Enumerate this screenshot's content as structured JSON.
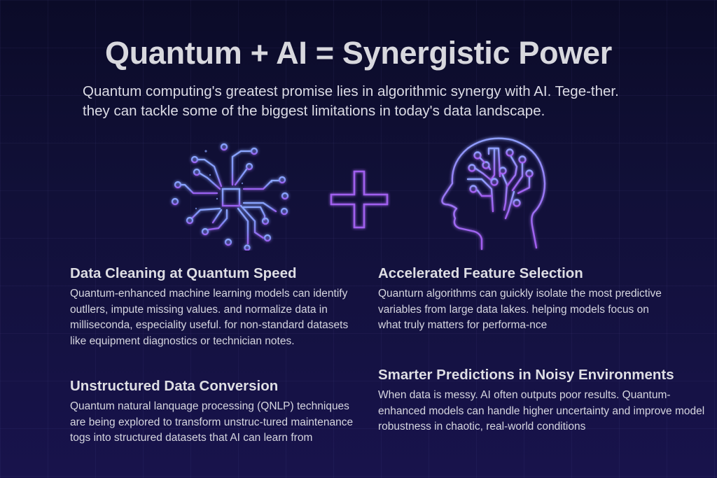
{
  "header": {
    "title": "Quantum + AI = Synergistic Power",
    "subtitle": "Quantum computing's greatest promise lies in algorithmic synergy with AI. Tege-ther. they can tackle some of the biggest limitations in today's data landscape."
  },
  "illustration": {
    "left_icon": "circuit-chip-icon",
    "middle_icon": "plus-icon",
    "right_icon": "ai-head-icon",
    "colors": {
      "blue_glow": "#7f9bff",
      "purple_glow": "#9a63f0",
      "plus": "#a060ee"
    }
  },
  "sections": [
    {
      "heading": "Data Cleaning at Quantum Speed",
      "body": "Quantum-enhanced machine learning models can identify outllers, impute missing values. and normalize data in milliseconda, especiality useful. for non-standard datasets like equipment diagnostics or technician notes."
    },
    {
      "heading": "Unstructured Data Conversion",
      "body": "Quantum natural lanquage processing (QNLP) techniques are being explored to transform unstruc-tured maintenance togs into structured datasets that AI can learn from"
    },
    {
      "heading": "Accelerated Feature Selection",
      "body": "Quanturn algorithms can guickly isolate the most predictive variables from large data lakes. helping models focus on what truly matters for performa-nce"
    },
    {
      "heading": "Smarter Predictions in Noisy Environments",
      "body": "When data is messy. AI often outputs poor results. Quantum-enhanced models can handle higher uncertainty and improve model robustness in chaotic, real-world conditions"
    }
  ],
  "theme": {
    "background_top": "#0b0b28",
    "background_bottom": "#18134c",
    "text": "#dcdce6"
  }
}
